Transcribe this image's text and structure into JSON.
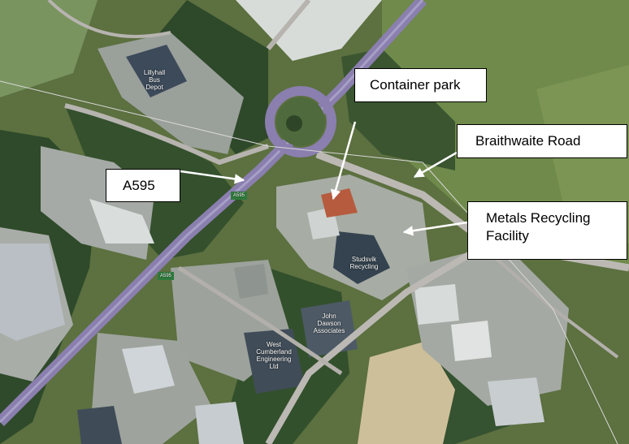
{
  "map": {
    "callouts": {
      "container_park": "Container park",
      "braithwaite_road": "Braithwaite Road",
      "a595": "A595",
      "metals_recycling_line1": "Metals Recycling",
      "metals_recycling_line2": "Facility"
    },
    "building_labels": {
      "lillyhall_bus": "Lillyhall",
      "lillyhall_bus2": "Bus",
      "lillyhall_bus3": "Depot",
      "studsvik": "Studsvik",
      "studsvik2": "Recycling",
      "john_dawson": "John",
      "john_dawson2": "Dawson",
      "john_dawson3": "Associates",
      "west_cumberland": "West",
      "west_cumberland2": "Cumberland",
      "west_cumberland3": "Engineering",
      "west_cumberland4": "Ltd"
    },
    "road_shields": {
      "a595_upper": "A595",
      "a595_lower": "A595"
    },
    "colors": {
      "woodland": "#2f4a2a",
      "field": "#6f8a4a",
      "road": "#8a7fae",
      "roof_grey": "#bfc4c8",
      "roof_dark": "#3c4a5a",
      "callout_border": "#000000",
      "arrow": "#ffffff"
    }
  }
}
